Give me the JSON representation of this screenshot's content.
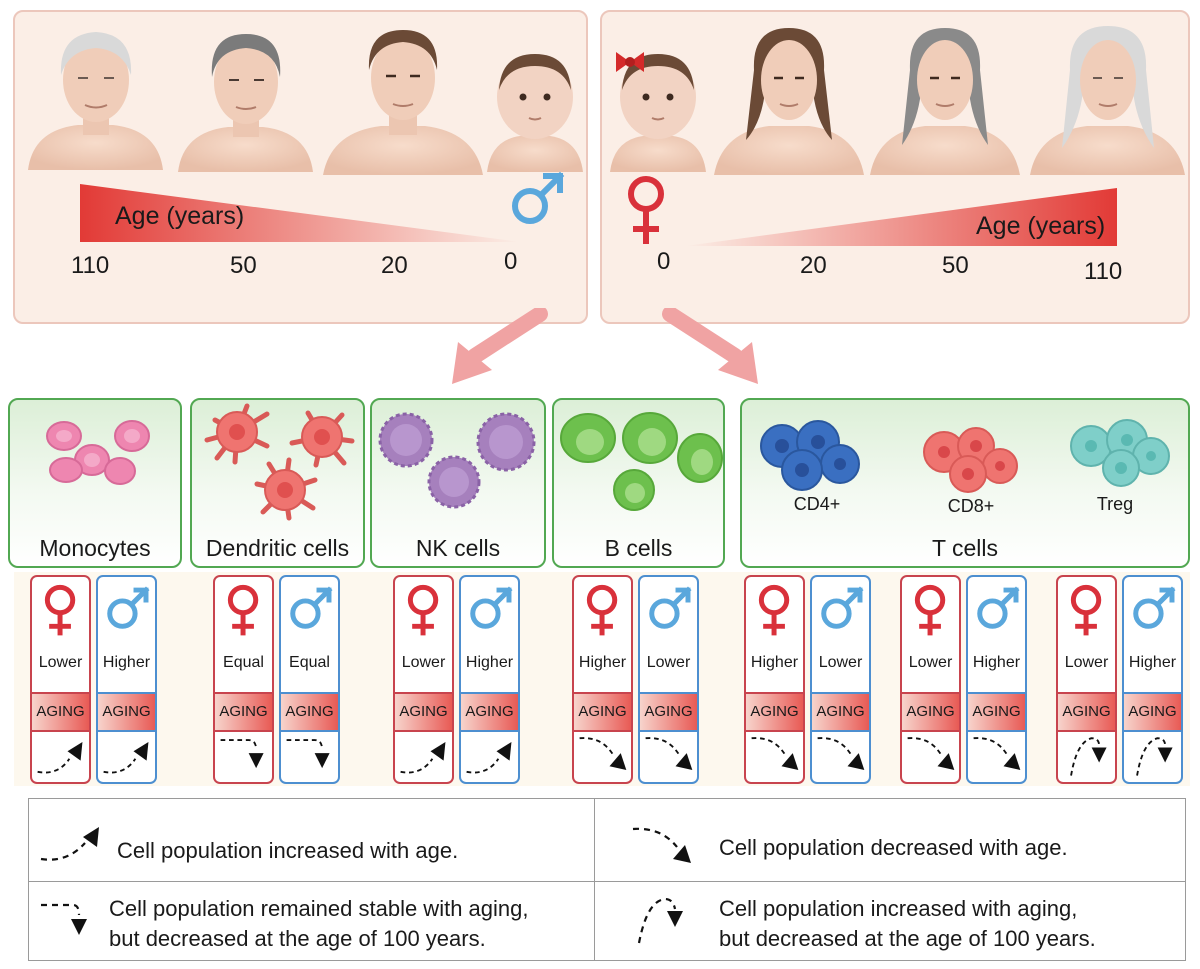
{
  "male_panel": {
    "age_label": "Age (years)",
    "ticks": [
      "110",
      "50",
      "20",
      "0"
    ],
    "symbol": "male-symbol-icon",
    "portraits": [
      "elderly-man-portrait",
      "older-man-portrait",
      "adult-man-portrait",
      "baby-boy-portrait"
    ]
  },
  "female_panel": {
    "age_label": "Age (years)",
    "ticks": [
      "0",
      "20",
      "50",
      "110"
    ],
    "symbol": "female-symbol-icon",
    "portraits": [
      "baby-girl-portrait",
      "adult-woman-portrait",
      "older-woman-portrait",
      "elderly-woman-portrait"
    ]
  },
  "cell_types": [
    {
      "name": "Monocytes"
    },
    {
      "name": "Dendritic cells"
    },
    {
      "name": "NK cells"
    },
    {
      "name": "B cells"
    },
    {
      "name": "T cells",
      "subsets": [
        "CD4+",
        "CD8+",
        "Treg"
      ]
    }
  ],
  "aging_label": "AGING",
  "cards": [
    {
      "sex": "female",
      "level": "Lower",
      "trend": "increase"
    },
    {
      "sex": "male",
      "level": "Higher",
      "trend": "increase"
    },
    {
      "sex": "female",
      "level": "Equal",
      "trend": "stable-then-decrease"
    },
    {
      "sex": "male",
      "level": "Equal",
      "trend": "stable-then-decrease"
    },
    {
      "sex": "female",
      "level": "Lower",
      "trend": "increase"
    },
    {
      "sex": "male",
      "level": "Higher",
      "trend": "increase"
    },
    {
      "sex": "female",
      "level": "Higher",
      "trend": "decrease"
    },
    {
      "sex": "male",
      "level": "Lower",
      "trend": "decrease"
    },
    {
      "sex": "female",
      "level": "Higher",
      "trend": "decrease"
    },
    {
      "sex": "male",
      "level": "Lower",
      "trend": "decrease"
    },
    {
      "sex": "female",
      "level": "Lower",
      "trend": "decrease"
    },
    {
      "sex": "male",
      "level": "Higher",
      "trend": "decrease"
    },
    {
      "sex": "female",
      "level": "Lower",
      "trend": "increase-then-decrease"
    },
    {
      "sex": "male",
      "level": "Higher",
      "trend": "increase-then-decrease"
    }
  ],
  "legend": {
    "increase": "Cell population increased with age.",
    "decrease": "Cell population decreased with age.",
    "stable_line1": "Cell population remained stable with aging,",
    "stable_line2": "but decreased at the age of 100 years.",
    "incdec_line1": "Cell population increased with aging,",
    "incdec_line2": "but decreased at the age of 100 years."
  },
  "colors": {
    "female": "#d9313b",
    "male": "#5aa7dc",
    "cell_border": "#52a852",
    "panel_bg": "#fbeee6",
    "monocyte": "#ee86b0",
    "dendritic": "#ef7470",
    "nk": "#a680bd",
    "bcell": "#6dc04d",
    "cd4": "#3a6fc1",
    "cd8": "#ef7470",
    "treg": "#7fcfc9"
  }
}
